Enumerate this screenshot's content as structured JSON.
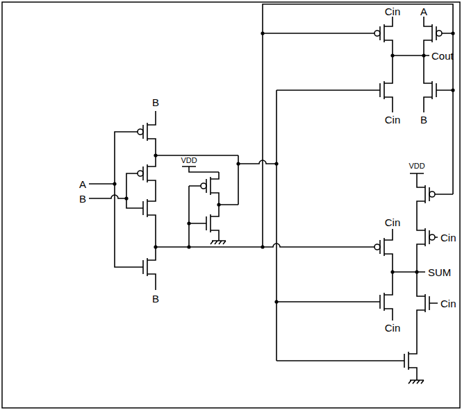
{
  "diagram": {
    "labels": [
      "B",
      "A",
      "B",
      "VDD",
      "B",
      "Cin",
      "A",
      "Cout",
      "Cin",
      "B",
      "VDD",
      "Cin",
      "Cin",
      "SUM",
      "Cin",
      "Cin"
    ]
  }
}
